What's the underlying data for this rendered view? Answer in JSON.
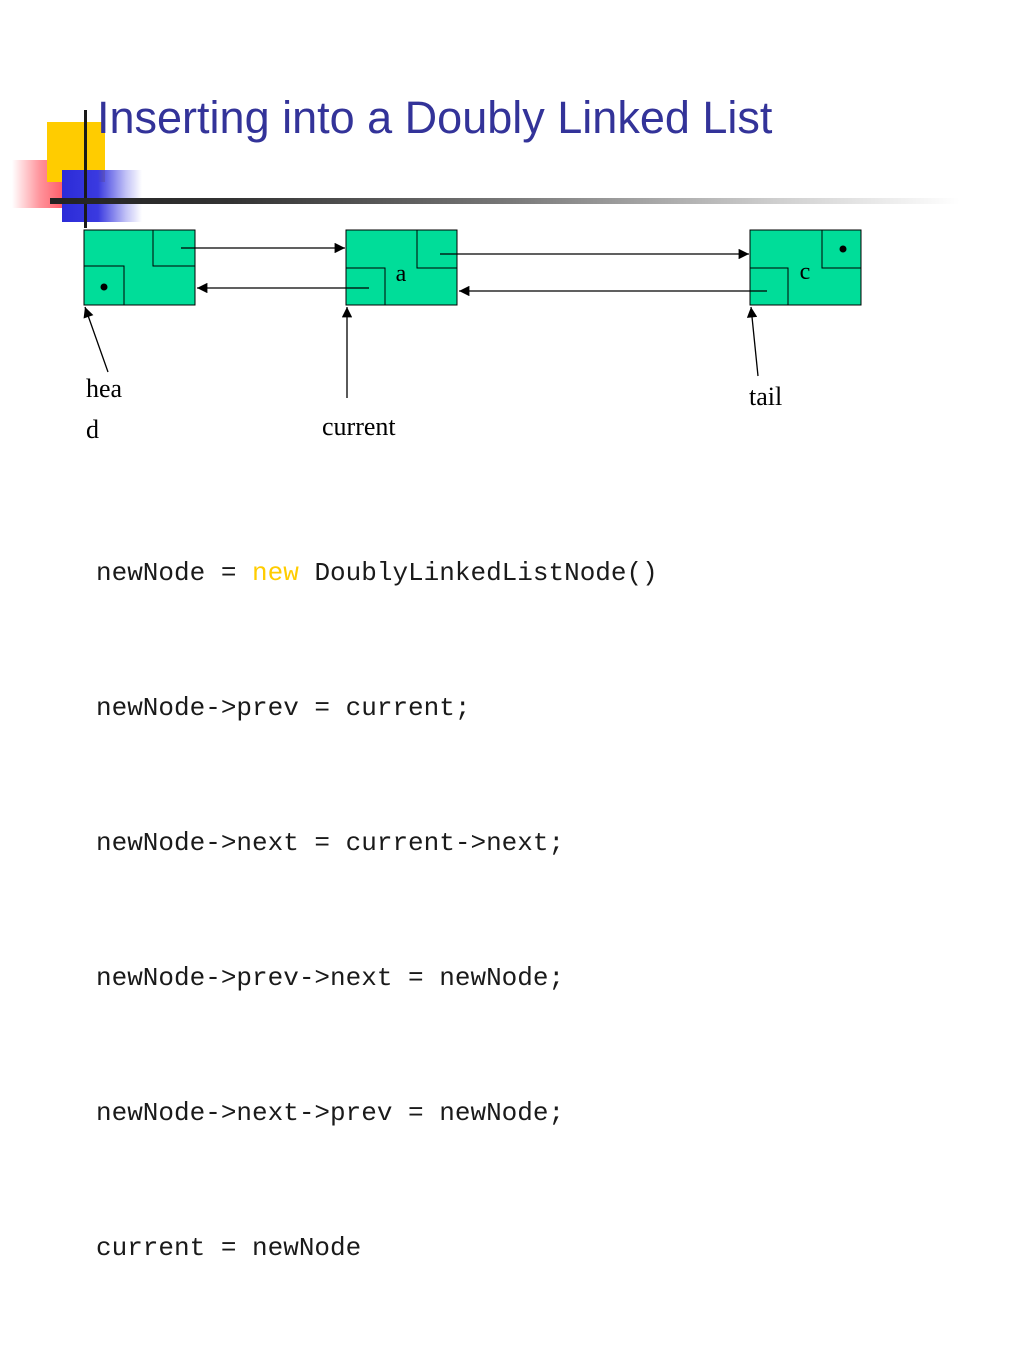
{
  "slide": {
    "title": "Inserting into a Doubly Linked List"
  },
  "diagram": {
    "nodes": [
      {
        "id": "head_node",
        "value": ""
      },
      {
        "id": "a_node",
        "value": "a"
      },
      {
        "id": "c_node",
        "value": "c"
      }
    ],
    "pointers": {
      "head": "hea\nd",
      "head_line1": "hea",
      "head_line2": "d",
      "current": "current",
      "tail": "tail"
    },
    "colors": {
      "node_fill": "#00dd99",
      "line": "#000000"
    }
  },
  "code": {
    "lines": [
      {
        "pre": "newNode = ",
        "kw": "new",
        "post": " DoublyLinkedListNode()"
      },
      {
        "pre": "newNode->prev = current;",
        "kw": "",
        "post": ""
      },
      {
        "pre": "newNode->next = current->next;",
        "kw": "",
        "post": ""
      },
      {
        "pre": "newNode->prev->next = newNode;",
        "kw": "",
        "post": ""
      },
      {
        "pre": "newNode->next->prev = newNode;",
        "kw": "",
        "post": ""
      },
      {
        "pre": "current = newNode",
        "kw": "",
        "post": ""
      }
    ],
    "keyword_color": "#ffcc00"
  }
}
